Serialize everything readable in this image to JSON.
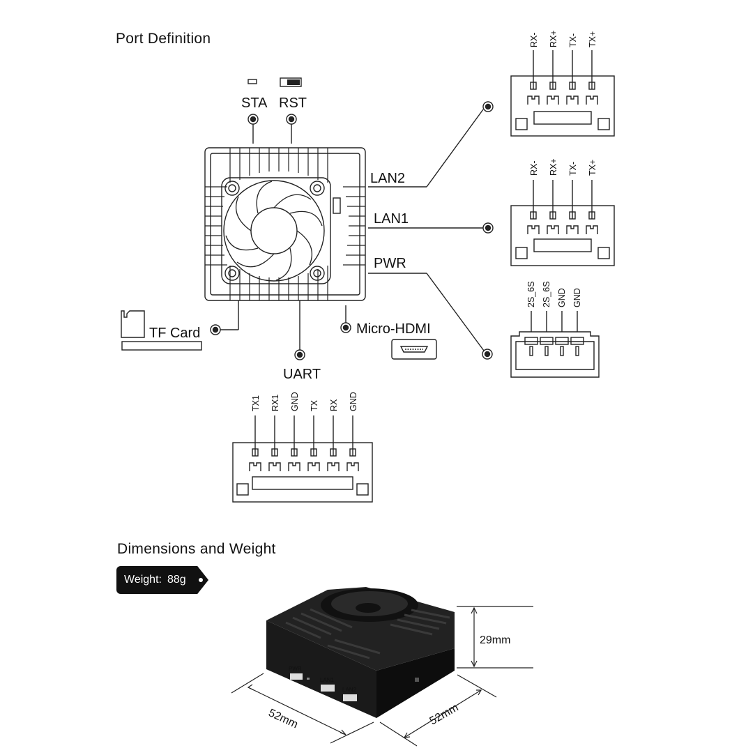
{
  "sections": {
    "port_definition": "Port Definition",
    "dimensions": "Dimensions and Weight"
  },
  "labels": {
    "sta": "STA",
    "rst": "RST",
    "lan2": "LAN2",
    "lan1": "LAN1",
    "pwr": "PWR",
    "tf_card": "TF Card",
    "micro_hdmi": "Micro-HDMI",
    "uart": "UART"
  },
  "pins": {
    "lan2": [
      "RX-",
      "RX+",
      "TX-",
      "TX+"
    ],
    "lan1": [
      "RX-",
      "RX+",
      "TX-",
      "TX+"
    ],
    "pwr": [
      "2S_6S",
      "2S_6S",
      "GND",
      "GND"
    ],
    "uart": [
      "TX1",
      "RX1",
      "GND",
      "TX",
      "RX",
      "GND"
    ]
  },
  "weight": {
    "label": "Weight:",
    "value": "88g"
  },
  "dimensions": {
    "height": "29mm",
    "width": "52mm",
    "depth": "52mm"
  },
  "device_ports": {
    "pwr": "PWR",
    "lan1": "LAN1",
    "lan2": "LAN2"
  }
}
